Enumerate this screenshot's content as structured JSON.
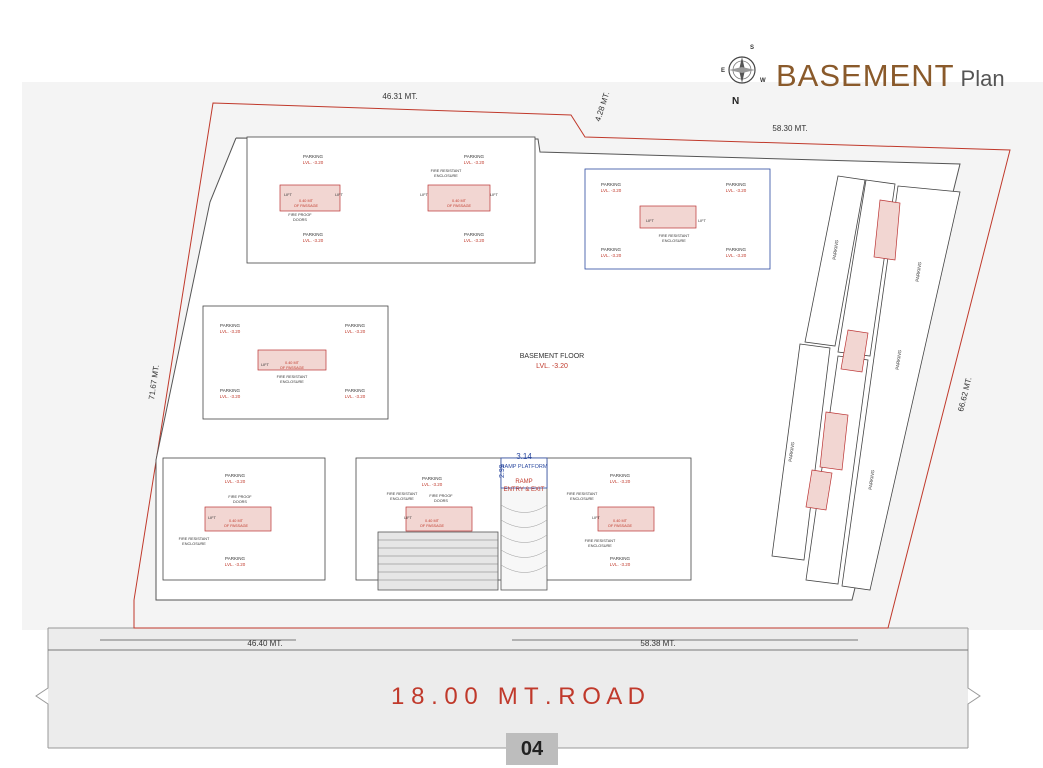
{
  "title": {
    "main": "BASEMENT",
    "sub": "Plan"
  },
  "compass": {
    "n": "N",
    "s": "S",
    "e": "E",
    "w": "W"
  },
  "dimensions": {
    "top_left": "46.31 MT.",
    "top_step": "4.28 MT.",
    "top_right": "58.30 MT.",
    "left": "71.67 MT.",
    "right": "66.62 MT.",
    "bottom_left": "46.40 MT.",
    "bottom_right": "58.38 MT."
  },
  "center": {
    "floor": "BASEMENT FLOOR",
    "level": "LVL. -3.20"
  },
  "ramp": {
    "platform_dim": "3.14",
    "platform_label": "RAMP PLATFORM",
    "ramp_label": "RAMP",
    "entry": "ENTRY & EXIT",
    "side_dim": "2.99"
  },
  "parking": {
    "label": "PARKING",
    "level": "LVL. -3.20"
  },
  "core": {
    "lift": "LIFT",
    "fire_proof": "FIRE PROOF",
    "doors": "DOORS",
    "fire_resistant": "FIRE RESISTANT",
    "enclosure": "ENCLOSURE",
    "passage_dim": "0.40 MT",
    "passage": "OF PASSAGE"
  },
  "road": "1 8 . 0 0   M T . R O A D",
  "page_number": "04",
  "colors": {
    "accent": "#8a5a2b",
    "plan_line": "#c0392b",
    "road_fill": "#ececec"
  }
}
